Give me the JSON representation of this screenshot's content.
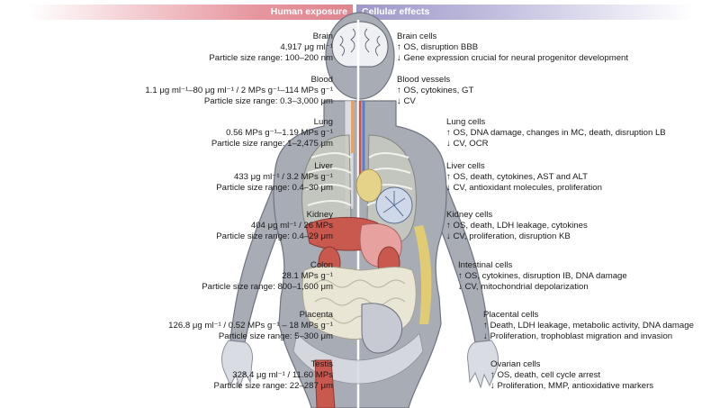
{
  "headers": {
    "left": "Human exposure",
    "right": "Cellular effects"
  },
  "exposure": [
    {
      "organ": "Brain",
      "lines": [
        "4,917 μg ml⁻¹",
        "Particle size range: 100–200 nm"
      ]
    },
    {
      "organ": "Blood",
      "lines": [
        "1.1 μg ml⁻¹–80 μg ml⁻¹ / 2 MPs g⁻¹–114 MPs g⁻¹",
        "Particle size range: 0.3–3,000 μm"
      ]
    },
    {
      "organ": "Lung",
      "lines": [
        "0.56 MPs g⁻¹–1.19 MPs g⁻¹",
        "Particle size range: 1–2,475 μm"
      ]
    },
    {
      "organ": "Liver",
      "lines": [
        "433 μg ml⁻¹ / 3.2 MPs g⁻¹",
        "Particle size range: 0.4–30 μm"
      ]
    },
    {
      "organ": "Kidney",
      "lines": [
        "404 μg ml⁻¹ / 26 MPs",
        "Particle size range: 0.4–29 μm"
      ]
    },
    {
      "organ": "Colon",
      "lines": [
        "28.1 MPs g⁻¹",
        "Particle size range: 800–1,600 μm"
      ]
    },
    {
      "organ": "Placenta",
      "lines": [
        "126.8 μg ml⁻¹ / 0.52 MPs g⁻¹ – 18 MPs g⁻¹",
        "Particle size range: 5–300 μm"
      ]
    },
    {
      "organ": "Testis",
      "lines": [
        "328.4 μg ml⁻¹ / 11.60 MPs",
        "Particle size range: 22–287 μm"
      ]
    }
  ],
  "effects": [
    {
      "cell": "Brain cells",
      "up": "↑ OS, disruption BBB",
      "down": "↓ Gene expression crucial for neural progenitor development"
    },
    {
      "cell": "Blood vessels",
      "up": "↑ OS, cytokines, GT",
      "down": "↓ CV"
    },
    {
      "cell": "Lung cells",
      "up": "↑ OS, DNA damage, changes in MC, death, disruption LB",
      "down": "↓ CV, OCR"
    },
    {
      "cell": "Liver cells",
      "up": "↑ OS, death, cytokines, AST and ALT",
      "down": "↓ CV, antioxidant molecules, proliferation"
    },
    {
      "cell": "Kidney cells",
      "up": "↑ OS, death, LDH leakage, cytokines",
      "down": "↓ CV, proliferation, disruption KB"
    },
    {
      "cell": "Intestinal cells",
      "up": "↑ OS, cytokines, disruption IB, DNA damage",
      "down": "↓ CV, mitochondrial depolarization"
    },
    {
      "cell": "Placental cells",
      "up": "↑ Death, LDH leakage, metabolic activity, DNA damage",
      "down": "↓ Proliferation, trophoblast migration and invasion"
    },
    {
      "cell": "Ovarian cells",
      "up": "↑ OS, death, cell cycle arrest",
      "down": "↓ Proliferation, MMP, antioxidative markers"
    }
  ],
  "colors": {
    "body_grey": "#a7acb5",
    "body_outline": "#6f7480",
    "header_left": "#df8590",
    "header_right": "#9d98c9",
    "organ_pink": "#e7a2a0",
    "organ_red": "#c9584f",
    "intestine": "#e9e6d6",
    "bone": "#d9dce3",
    "placenta_yellow": "#e8cf6c"
  }
}
